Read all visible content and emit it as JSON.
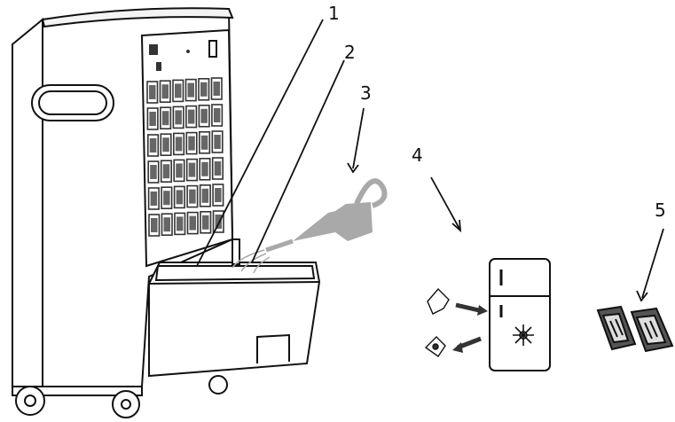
{
  "callouts": [
    {
      "label": "1"
    },
    {
      "label": "2"
    },
    {
      "label": "3"
    },
    {
      "label": "4"
    },
    {
      "label": "5"
    }
  ],
  "colors": {
    "line": "#111111",
    "can": "#a9a9a9",
    "pack": "#555555",
    "grille": "#333333"
  },
  "icons": [
    "air-cooler-unit",
    "water-tank",
    "watering-can",
    "refrigerator",
    "snowflake-icon",
    "ice-pack"
  ]
}
